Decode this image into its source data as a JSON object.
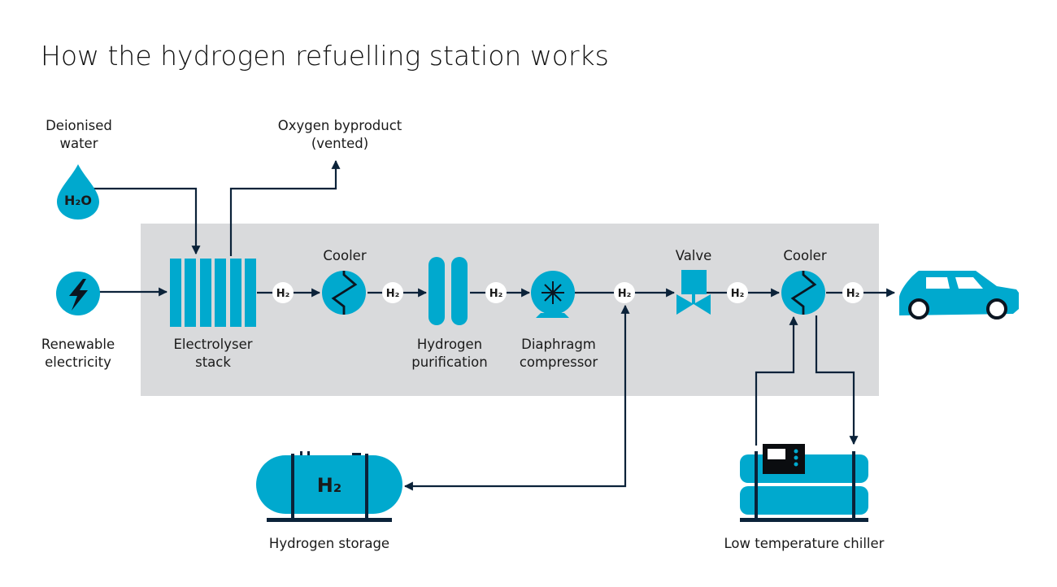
{
  "title": "How the hydrogen refuelling station works",
  "colors": {
    "accent": "#00a9ce",
    "pipe": "#0b2239",
    "panel": "#d9dadc",
    "badge": "#ffffff"
  },
  "inputs": {
    "water": {
      "label_line1": "Deionised",
      "label_line2": "water",
      "icon_text": "H₂O",
      "icon": "water-drop-icon"
    },
    "electricity": {
      "label_line1": "Renewable",
      "label_line2": "electricity",
      "icon": "lightning-bolt-icon"
    }
  },
  "outputs": {
    "oxygen": {
      "label_line1": "Oxygen byproduct",
      "label_line2": "(vented)"
    }
  },
  "components": {
    "electrolyser": {
      "label_line1": "Electrolyser",
      "label_line2": "stack",
      "icon": "electrolyser-stack-icon"
    },
    "cooler1": {
      "label": "Cooler",
      "icon": "heat-exchanger-icon"
    },
    "purification": {
      "label_line1": "Hydrogen",
      "label_line2": "purification",
      "icon": "purification-columns-icon"
    },
    "compressor": {
      "label_line1": "Diaphragm",
      "label_line2": "compressor",
      "icon": "compressor-icon"
    },
    "valve": {
      "label": "Valve",
      "icon": "valve-icon"
    },
    "cooler2": {
      "label": "Cooler",
      "icon": "heat-exchanger-icon"
    },
    "car": {
      "icon": "car-icon"
    },
    "storage": {
      "label": "Hydrogen storage",
      "icon_text": "H₂",
      "icon": "storage-tank-icon"
    },
    "chiller": {
      "label": "Low temperature chiller",
      "icon": "chiller-icon"
    }
  },
  "badge_text": "H₂"
}
